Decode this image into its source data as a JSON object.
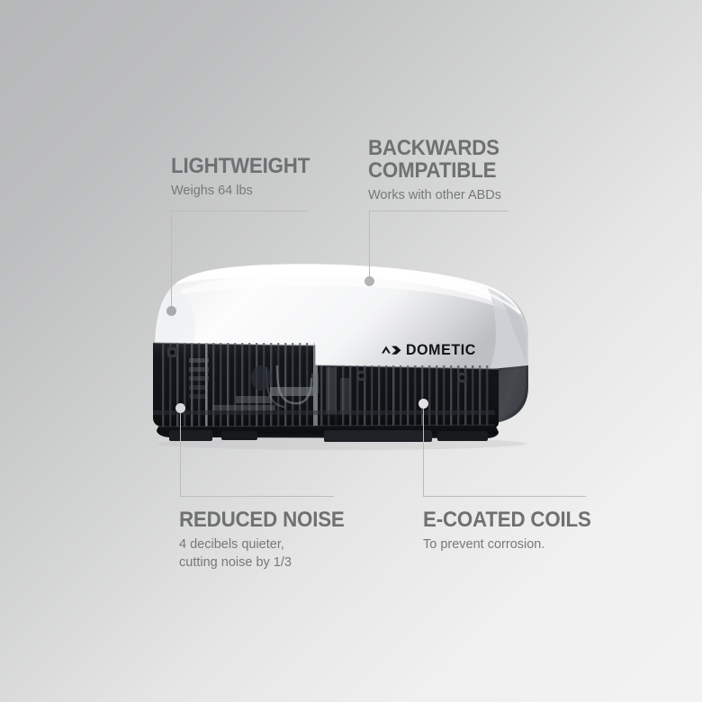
{
  "background": {
    "gradient_from": "#b6b7b8",
    "gradient_to": "#f2f2f2"
  },
  "product": {
    "brand": "DOMETIC",
    "brand_mark": "double-chevron-icon",
    "description": "RV rooftop air conditioner, side profile, white curved shroud over black louvered grille"
  },
  "callouts": [
    {
      "id": "lightweight",
      "title": "LIGHTWEIGHT",
      "subtitle": "Weighs 64 lbs",
      "position": "top-left",
      "marker": "gray-dot"
    },
    {
      "id": "backwards-compatible",
      "title": "BACKWARDS\nCOMPATIBLE",
      "subtitle": "Works with other ABDs",
      "position": "top-right",
      "marker": "gray-dot"
    },
    {
      "id": "reduced-noise",
      "title": "REDUCED NOISE",
      "subtitle": "4 decibels quieter,\ncutting noise by 1/3",
      "position": "bottom-left",
      "marker": "light-dot"
    },
    {
      "id": "e-coated-coils",
      "title": "E-COATED COILS",
      "subtitle": "To prevent corrosion.",
      "position": "bottom-right",
      "marker": "light-dot"
    }
  ],
  "colors": {
    "heading": "#6f7072",
    "subtitle": "#77787a",
    "leader_line": "#bcbcbc",
    "shroud_white": "#fdfdfd",
    "grille_black": "#15161a",
    "rear_skirt": "#3a3d41"
  }
}
